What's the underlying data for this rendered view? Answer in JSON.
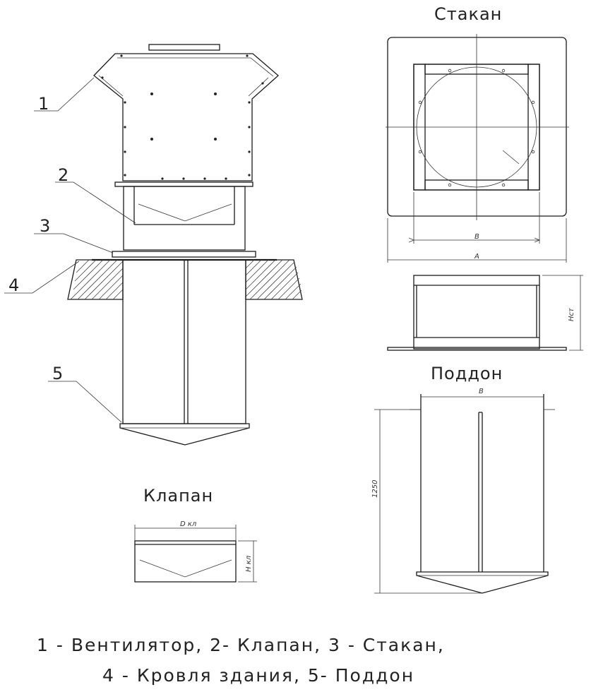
{
  "titles": {
    "stakan": "Стакан",
    "poddon": "Поддон",
    "klapan": "Клапан"
  },
  "callouts": [
    "1",
    "2",
    "3",
    "4",
    "5"
  ],
  "dimensions": {
    "stakan_b": "B",
    "stakan_a": "A",
    "stakan_h": "Hст",
    "poddon_b": "B",
    "poddon_h": "1250",
    "klapan_d": "D кл",
    "klapan_h": "H кл"
  },
  "legend": {
    "line1": "1 - Вентилятор, 2- Клапан,  3 - Стакан,",
    "line2": "4 - Кровля здания, 5- Поддон"
  }
}
